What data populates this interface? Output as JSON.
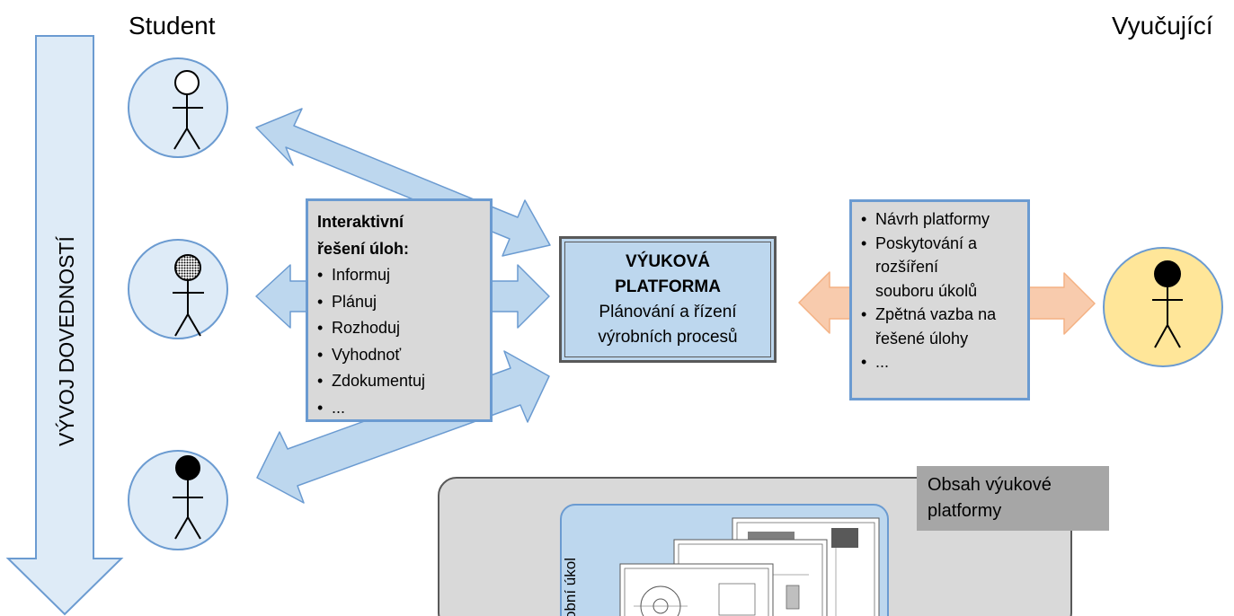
{
  "headings": {
    "student": "Student",
    "teacher": "Vyučující"
  },
  "skill_axis_label": "VÝVOJ DOVEDNOSTÍ",
  "tasks_box": {
    "title_line1": "Interaktivní",
    "title_line2": "řešení úloh:",
    "items": [
      "Informuj",
      "Plánuj",
      "Rozhoduj",
      "Vyhodnoť",
      "Zdokumentuj",
      "..."
    ]
  },
  "platform_box": {
    "title_line1": "VÝUKOVÁ",
    "title_line2": "PLATFORMA",
    "subtitle_line1": "Plánování a řízení",
    "subtitle_line2": "výrobních procesů"
  },
  "teacher_box": {
    "items": [
      [
        "Návrh platformy"
      ],
      [
        "Poskytování a",
        "rozšíření",
        "souboru úkolů"
      ],
      [
        "Zpětná vazba na",
        "řešené úlohy"
      ],
      [
        "..."
      ]
    ]
  },
  "content_area": {
    "label_line1": "Obsah výukové",
    "label_line2": "platformy",
    "tab_label": "obní úkol"
  },
  "colors": {
    "student_circle": "#deebf7",
    "teacher_circle": "#ffe699",
    "arrow_blue_fill": "#bdd7ee",
    "arrow_blue_stroke": "#6b9bd1",
    "arrow_orange_fill": "#f8cbad",
    "box_gray": "#d9d9d9",
    "platform_fill": "#bdd7ee"
  }
}
